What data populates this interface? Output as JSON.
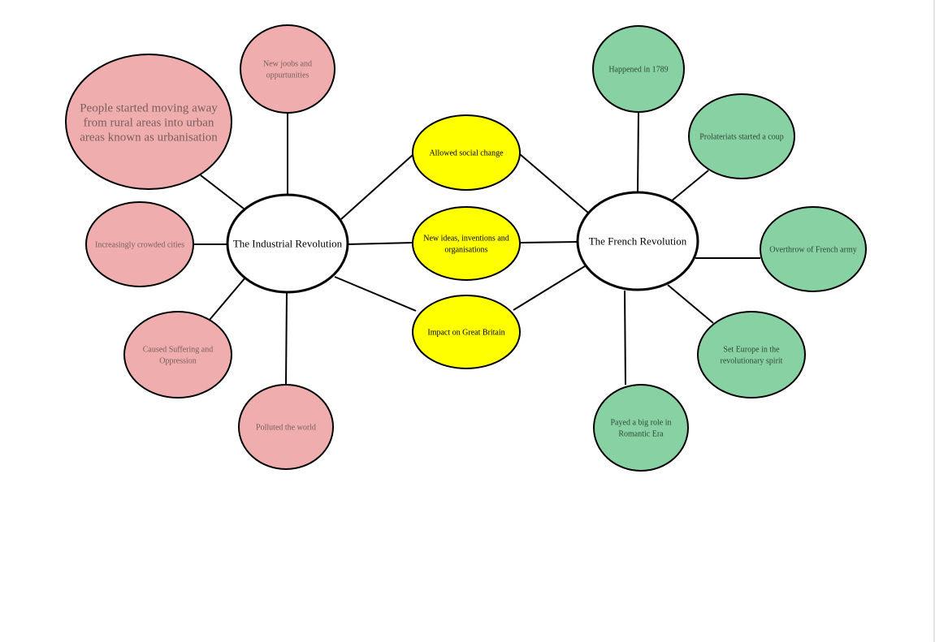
{
  "colors": {
    "pink": "#f0adad",
    "yellow": "#ffff00",
    "green": "#88d1a3",
    "white": "#ffffff"
  },
  "hubs": {
    "industrial": "The Industrial Revolution",
    "french": "The French Revolution"
  },
  "industrial_nodes": {
    "urbanisation": [
      "People started moving away",
      "from rural areas into urban",
      "areas known as urbanisation"
    ],
    "jobs": [
      "New joobs and",
      "oppurtunities"
    ],
    "crowded": [
      "Increasingly crowded cities"
    ],
    "suffering": [
      "Caused Suffering and",
      "Oppression"
    ],
    "polluted": [
      "Polluted the world"
    ]
  },
  "shared_nodes": {
    "social": [
      "Allowed social change"
    ],
    "ideas": [
      "New ideas, inventions and",
      "organisations"
    ],
    "impact": [
      "Impact on Great Britain"
    ]
  },
  "french_nodes": {
    "year": [
      "Happened in 1789"
    ],
    "coup": [
      "Prolateriats started a coup"
    ],
    "army": [
      "Overthrow of French army"
    ],
    "europe": [
      "Set Europe in the",
      "revolutionary spirit"
    ],
    "romantic": [
      "Payed a big role in",
      "Romantic Era"
    ]
  }
}
